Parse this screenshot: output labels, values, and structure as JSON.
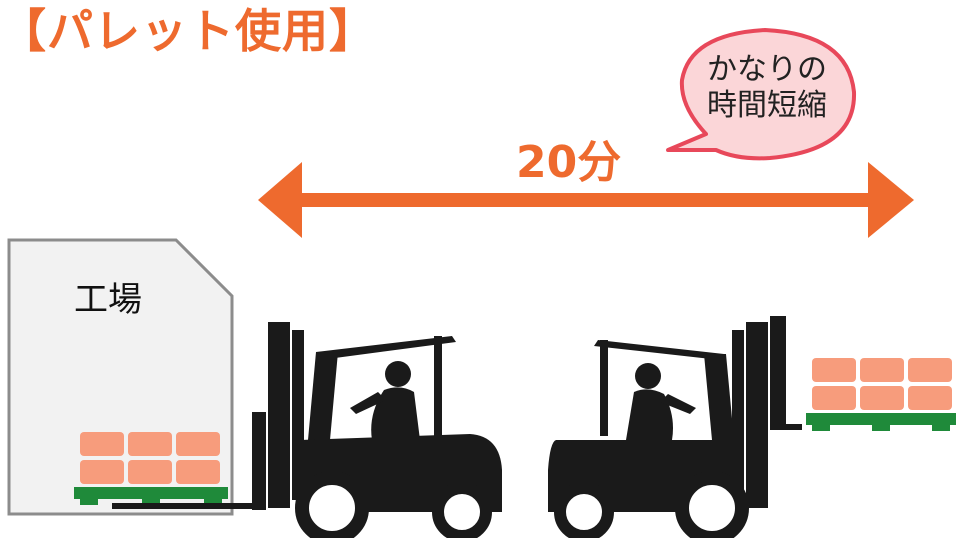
{
  "title": "【パレット使用】",
  "duration_label": "20分",
  "speech_bubble": {
    "line1": "かなりの",
    "line2": "時間短縮"
  },
  "factory_label": "工場",
  "colors": {
    "accent_orange": "#ee6a2e",
    "bubble_fill": "#fbd6d8",
    "bubble_stroke": "#e8485a",
    "box_fill": "#f79c7c",
    "pallet_green": "#1f8a3a",
    "forklift_black": "#1a1a1a",
    "factory_fill": "#f2f2f2",
    "factory_stroke": "#8c8c8c"
  },
  "icons": [
    "double-arrow-icon",
    "factory-icon",
    "forklift-icon",
    "pallet-icon",
    "cardboard-box-icon",
    "speech-bubble-icon"
  ]
}
